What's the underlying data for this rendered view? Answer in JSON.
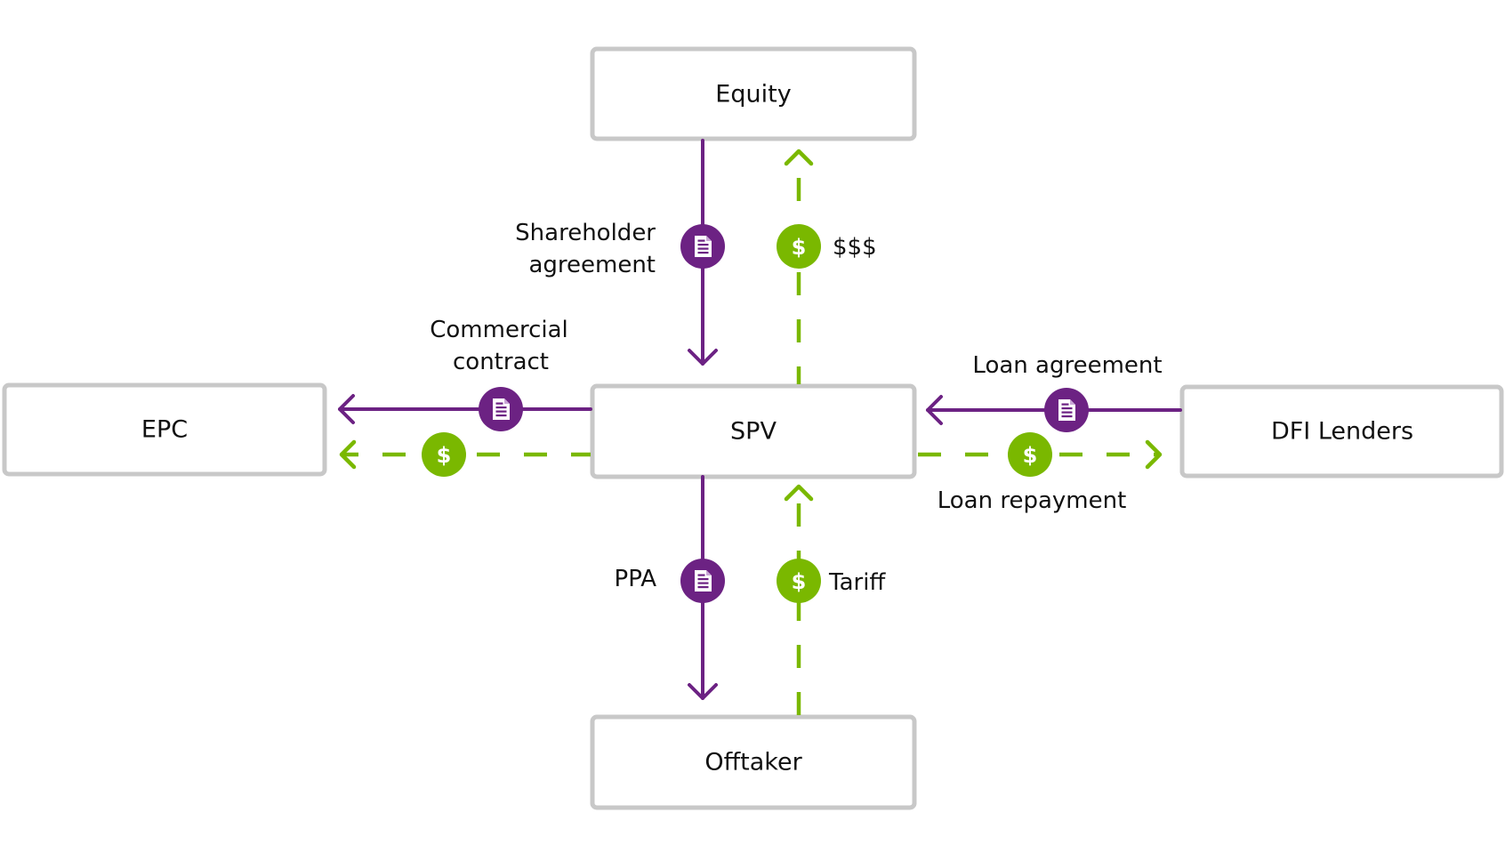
{
  "diagram": {
    "title": "SPV project finance structure",
    "colors": {
      "document_flow": "#6c2283",
      "money_flow": "#7ab800",
      "box_border": "#c8c8c8"
    },
    "nodes": {
      "equity": "Equity",
      "epc": "EPC",
      "spv": "SPV",
      "dfi": "DFI Lenders",
      "offtaker": "Offtaker"
    },
    "flows": {
      "shareholder_agreement": {
        "line1": "Shareholder",
        "line2": "agreement",
        "type": "document",
        "from": "Equity",
        "to": "SPV",
        "icon": "document-icon"
      },
      "equity_money": {
        "label": "$$$",
        "type": "money",
        "from": "SPV",
        "to": "Equity",
        "icon": "dollar-icon"
      },
      "commercial_contract": {
        "line1": "Commercial",
        "line2": "contract",
        "type": "document",
        "from": "SPV",
        "to": "EPC",
        "icon": "document-icon"
      },
      "epc_payment": {
        "type": "money",
        "from": "SPV",
        "to": "EPC",
        "icon": "dollar-icon"
      },
      "loan_agreement": {
        "label": "Loan agreement",
        "type": "document",
        "from": "DFI Lenders",
        "to": "SPV",
        "icon": "document-icon"
      },
      "loan_repayment": {
        "label": "Loan repayment",
        "type": "money",
        "from": "SPV",
        "to": "DFI Lenders",
        "icon": "dollar-icon"
      },
      "ppa": {
        "label": "PPA",
        "type": "document",
        "from": "SPV",
        "to": "Offtaker",
        "icon": "document-icon"
      },
      "tariff": {
        "label": "Tariff",
        "type": "money",
        "from": "Offtaker",
        "to": "SPV",
        "icon": "dollar-icon"
      }
    },
    "icon_glyph_dollar": "$"
  }
}
